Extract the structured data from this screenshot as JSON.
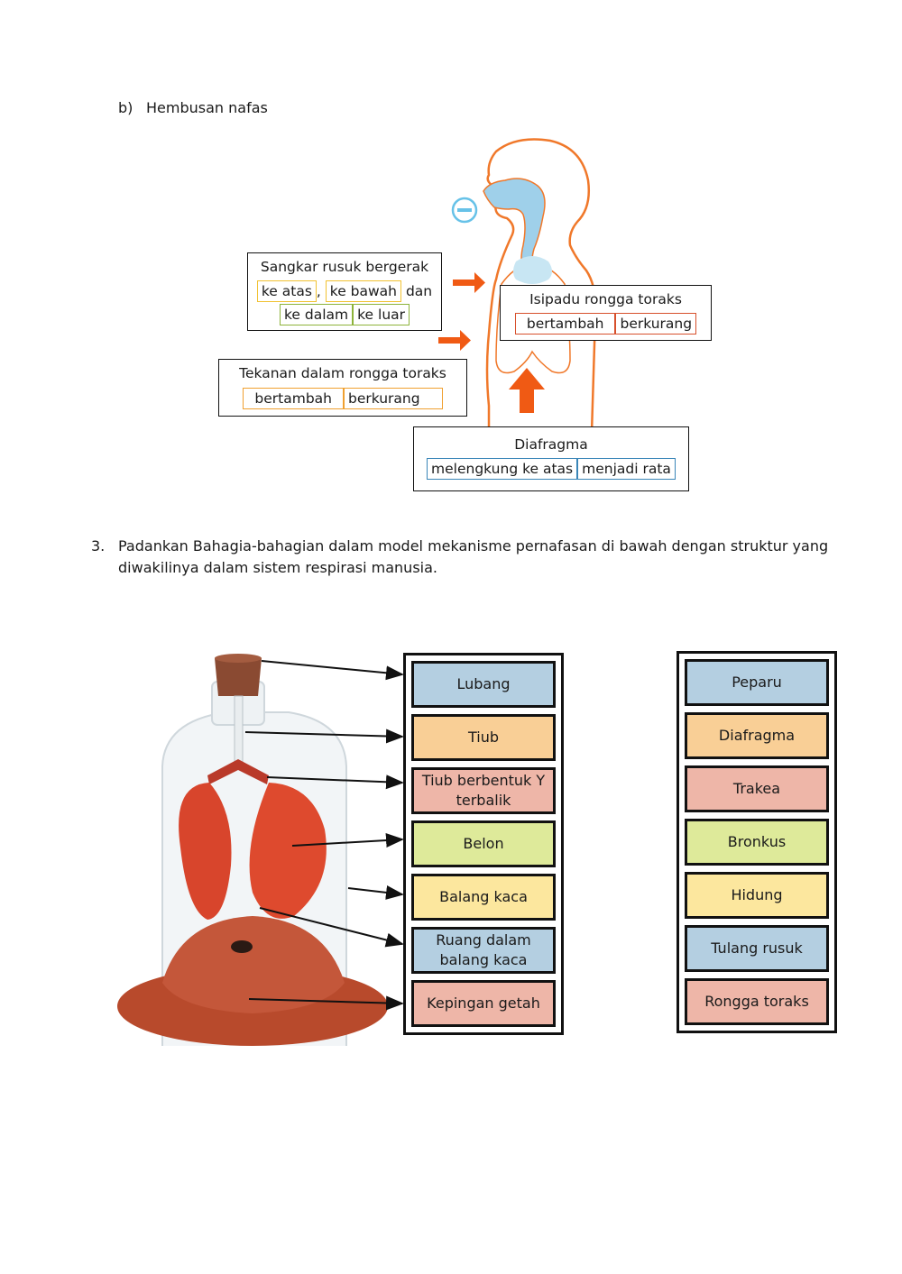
{
  "section_b": {
    "label": "b)",
    "title": "Hembusan nafas"
  },
  "exhale_diagram": {
    "ribcage": {
      "line1": "Sangkar rusuk bergerak",
      "opt1": "ke atas",
      "sep1": ",",
      "opt2": "ke bawah",
      "dan": "dan",
      "opt3": "ke dalam",
      "opt4": "ke luar"
    },
    "volume": {
      "title": "Isipadu rongga toraks",
      "opt1": "bertambah",
      "opt2": "berkurang"
    },
    "pressure": {
      "title": "Tekanan dalam rongga toraks",
      "opt1": "bertambah",
      "opt2": "berkurang"
    },
    "diaphragm": {
      "title": "Diafragma",
      "opt1": "melengkung ke atas",
      "opt2": "menjadi rata"
    },
    "minus_symbol": "−"
  },
  "question3": {
    "number": "3.",
    "line1": "Padankan Bahagia-bahagian dalam model mekanisme pernafasan di bawah dengan struktur yang",
    "line2": "diwakilinya dalam sistem respirasi manusia."
  },
  "model_parts": [
    {
      "label": "Lubang",
      "color": "#b4cfe1"
    },
    {
      "label": "Tiub",
      "color": "#f9cf96"
    },
    {
      "label": "Tiub berbentuk Y terbalik",
      "color": "#eeb6a8"
    },
    {
      "label": "Belon",
      "color": "#deea9a"
    },
    {
      "label": "Balang kaca",
      "color": "#fce79e"
    },
    {
      "label": "Ruang dalam balang kaca",
      "color": "#b4cfe1"
    },
    {
      "label": "Kepingan getah",
      "color": "#eeb6a8"
    }
  ],
  "human_structures": [
    {
      "label": "Peparu",
      "color": "#b4cfe1"
    },
    {
      "label": "Diafragma",
      "color": "#f9cf96"
    },
    {
      "label": "Trakea",
      "color": "#eeb6a8"
    },
    {
      "label": "Bronkus",
      "color": "#deea9a"
    },
    {
      "label": "Hidung",
      "color": "#fce79e"
    },
    {
      "label": "Tulang rusuk",
      "color": "#b4cfe1"
    },
    {
      "label": "Rongga toraks",
      "color": "#eeb6a8"
    }
  ],
  "colors": {
    "body_outline": "#f0782a",
    "airway": "#9fd0ea",
    "arrow": "#f05a14",
    "lung_red": "#d8452c"
  }
}
